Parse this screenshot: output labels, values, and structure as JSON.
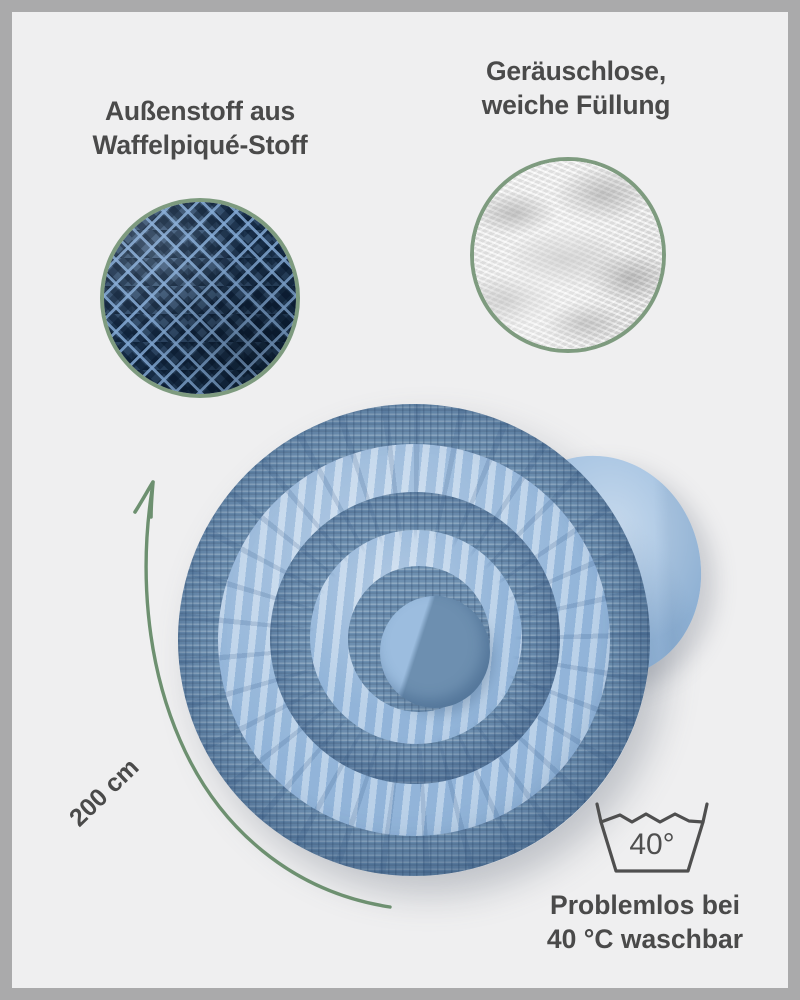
{
  "poster": {
    "background_color": "#efeff0",
    "frame_color": "#aaaaab",
    "text_color": "#4a4a4a",
    "accent_green": "#7e9b7f"
  },
  "features": [
    {
      "id": "outer-fabric",
      "heading": "Außenstoff aus\nWaffelpiqué-Stoff",
      "swatch_name": "waffle-pique-fabric-swatch",
      "swatch_colors": {
        "base": "#2d4a6b",
        "grid": "#82a5cd"
      }
    },
    {
      "id": "filling",
      "heading": "Geräuschlose,\nweiche Füllung",
      "swatch_name": "soft-filling-swatch",
      "swatch_colors": {
        "base": "#f2f2f2",
        "shade": "#8c8c8c"
      }
    }
  ],
  "product": {
    "name": "coiled-bed-bumper",
    "colors": {
      "waffle_band": "#6d8fb0",
      "smooth_band": "#9cbddf"
    }
  },
  "measure": {
    "label": "200 cm",
    "arc_color": "#6d9070",
    "arrow_name": "curved-arrow-up"
  },
  "care": {
    "icon_name": "wash-tub-40-icon",
    "icon_temperature": "40°",
    "text": "Problemlos bei\n40 °C waschbar",
    "icon_color": "#4f4f4f"
  }
}
